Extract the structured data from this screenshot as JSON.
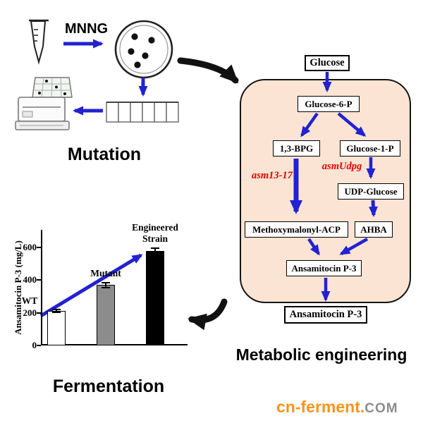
{
  "sections": {
    "mutation_title": "Mutation",
    "metabolic_title": "Metabolic engineering",
    "fermentation_title": "Fermentation"
  },
  "mutation": {
    "mutagen_label": "MNNG",
    "icons": {
      "tube": "microcentrifuge-tube-icon",
      "dish": "petri-dish-icon",
      "strip": "well-strip-icon",
      "machine": "screening-instrument-icon"
    }
  },
  "pathway": {
    "panel_bg": "#fbe4d3",
    "arrow_color": "#2222d2",
    "gene_color": "#e50000",
    "nodes": {
      "glucose": "Glucose",
      "glucose6p": "Glucose-6-P",
      "bpg": "1,3-BPG",
      "glucose1p": "Glucose-1-P",
      "udp_glucose": "UDP-Glucose",
      "methoxymalonyl_acp": "Methoxymalonyl-ACP",
      "ahba": "AHBA",
      "ansamitocin_inner": "Ansamitocin P-3",
      "ansamitocin_product": "Ansamitocin P-3"
    },
    "genes": {
      "asm13_17": "asm13-17",
      "asm_udpg": "asmUdpg"
    }
  },
  "chart_data": {
    "type": "bar",
    "categories": [
      "WT",
      "Mutant",
      "Engineered Strain"
    ],
    "values": [
      210,
      370,
      580
    ],
    "errors": [
      10,
      18,
      22
    ],
    "bar_colors": [
      "#ffffff",
      "#8c8c8c",
      "#000000"
    ],
    "ylabel": "Ansamitocin P-3 (mg/L)",
    "yticks": [
      0,
      200,
      400,
      600
    ],
    "ylim": [
      0,
      700
    ],
    "grid": false,
    "legend": "none",
    "annotation": "blue arrow showing increase from WT to Engineered Strain"
  },
  "watermark": {
    "prefix": "cn-ferment.",
    "suffix": "COM",
    "prefix_color": "#f7941e",
    "suffix_color": "#8c8c8c"
  }
}
